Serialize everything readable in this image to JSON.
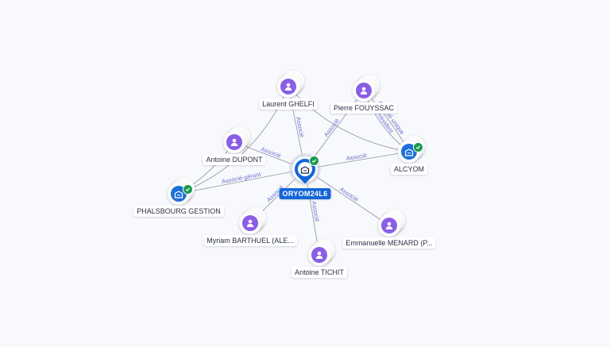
{
  "center": {
    "label": "ORYOM24L6",
    "icon": "building-icon",
    "verified": true
  },
  "nodes": [
    {
      "id": "ghelfi",
      "label": "Laurent GHELFI",
      "type": "person",
      "icon": "person-icon"
    },
    {
      "id": "fouyssac",
      "label": "Pierre FOUYSSAC",
      "type": "person",
      "icon": "person-icon"
    },
    {
      "id": "dupont",
      "label": "Antoine DUPONT",
      "type": "person",
      "icon": "person-icon"
    },
    {
      "id": "alcyom",
      "label": "ALCYOM",
      "type": "company",
      "icon": "building-icon",
      "verified": true
    },
    {
      "id": "phalsbourg",
      "label": "PHALSBOURG GESTION",
      "type": "company",
      "icon": "building-icon",
      "verified": true
    },
    {
      "id": "barthuel",
      "label": "Myriam BARTHUEL (ALE...",
      "type": "person",
      "icon": "person-icon"
    },
    {
      "id": "menard",
      "label": "Emmanuelle MENARD (P...",
      "type": "person",
      "icon": "person-icon"
    },
    {
      "id": "tichit",
      "label": "Antoine TICHIT",
      "type": "person",
      "icon": "person-icon"
    }
  ],
  "edges": [
    {
      "from": "ghelfi",
      "to": "center",
      "label": "Associé"
    },
    {
      "from": "fouyssac",
      "to": "center",
      "label": "Associé"
    },
    {
      "from": "dupont",
      "to": "center",
      "label": "Associé"
    },
    {
      "from": "alcyom",
      "to": "center",
      "label": "Associé"
    },
    {
      "from": "phalsbourg",
      "to": "center",
      "label": "Associé-gérant"
    },
    {
      "from": "barthuel",
      "to": "center",
      "label": "Associé"
    },
    {
      "from": "menard",
      "to": "center",
      "label": "Associé"
    },
    {
      "from": "tichit",
      "to": "center",
      "label": "Associé"
    },
    {
      "from": "fouyssac",
      "to": "alcyom",
      "label": "Président"
    },
    {
      "from": "fouyssac",
      "to": "alcyom",
      "label": "Associé unique"
    },
    {
      "from": "ghelfi",
      "to": "phalsbourg",
      "label": ""
    },
    {
      "from": "dupont",
      "to": "phalsbourg",
      "label": ""
    },
    {
      "from": "ghelfi",
      "to": "alcyom",
      "label": ""
    }
  ],
  "colors": {
    "person": "#8a5ee6",
    "company": "#1e6fd9",
    "center": "#1565d8",
    "verified": "#1a9a4b",
    "edge": "#8b90a0",
    "edge_label": "#6b6fd0",
    "background": "#f8f9fc"
  }
}
